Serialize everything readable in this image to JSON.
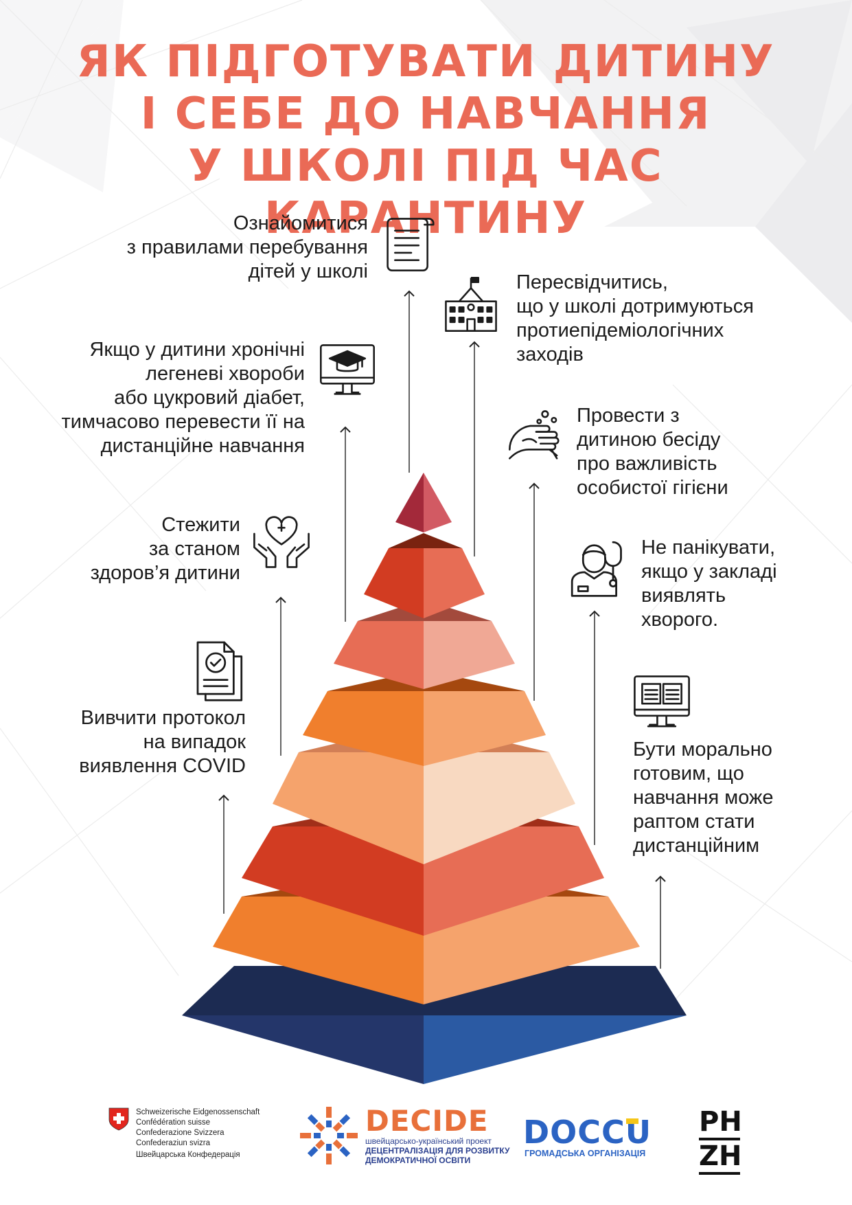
{
  "title": {
    "lines": [
      "ЯК ПІДГОТУВАТИ ДИТИНУ",
      "І СЕБЕ ДО НАВЧАННЯ",
      "У ШКОЛІ ПІД ЧАС КАРАНТИНУ"
    ]
  },
  "colors": {
    "title": "#ea6a56",
    "base_layer": "#2b5aa3",
    "orange": "#f07f2d",
    "red": "#d23c22",
    "peach": "#f5a36c",
    "top": "#c1383f"
  },
  "items": {
    "rules": {
      "lines": [
        "Ознайомитися",
        "з правилами перебування",
        "дітей у школі"
      ],
      "icon": "document-scroll-icon"
    },
    "measures": {
      "lines": [
        "Пересвідчитись,",
        "що у школі дотримуються",
        "протиепідеміологічних",
        "заходів"
      ],
      "icon": "school-building-icon"
    },
    "chronic": {
      "lines": [
        "Якщо у дитини хронічні",
        "легеневі хвороби",
        "або цукровий діабет,",
        "тимчасово перевести її на",
        "дистанційне навчання"
      ],
      "icon": "online-education-monitor-icon"
    },
    "hygiene": {
      "lines": [
        "Провести з",
        "дитиною бесіду",
        "про важливість",
        "особистої гігієни"
      ],
      "icon": "hand-washing-icon"
    },
    "health": {
      "lines": [
        "Стежити",
        "за станом",
        "здоров’я дитини"
      ],
      "icon": "heart-in-hands-icon"
    },
    "panic": {
      "lines": [
        "Не панікувати,",
        "якщо у закладі",
        "виявлять",
        "хворого."
      ],
      "icon": "doctor-icon"
    },
    "protocol": {
      "lines": [
        "Вивчити протокол",
        "на випадок",
        "виявлення COVID"
      ],
      "icon": "checked-document-icon"
    },
    "distance": {
      "lines": [
        "Бути морально",
        "готовим, що",
        "навчання може",
        "раптом стати",
        "дистанційним"
      ],
      "icon": "book-monitor-icon"
    }
  },
  "footer": {
    "swiss": {
      "lines": [
        "Schweizerische Eidgenossenschaft",
        "Confédération suisse",
        "Confederazione Svizzera",
        "Confederaziun svizra"
      ],
      "subtitle": "Швейцарська Конфедерація"
    },
    "decide": {
      "name": "DECIDE",
      "line1": "швейцарсько-український проект",
      "line2": "ДЕЦЕНТРАЛІЗАЦІЯ ДЛЯ РОЗВИТКУ",
      "line3": "ДЕМОКРАТИЧНОЇ ОСВІТИ"
    },
    "docu": {
      "name": "DOCCU",
      "subtitle": "ГРОМАДСЬКА ОРГАНІЗАЦІЯ"
    },
    "phzh": {
      "line1": "PH",
      "line2": "ZH"
    }
  }
}
